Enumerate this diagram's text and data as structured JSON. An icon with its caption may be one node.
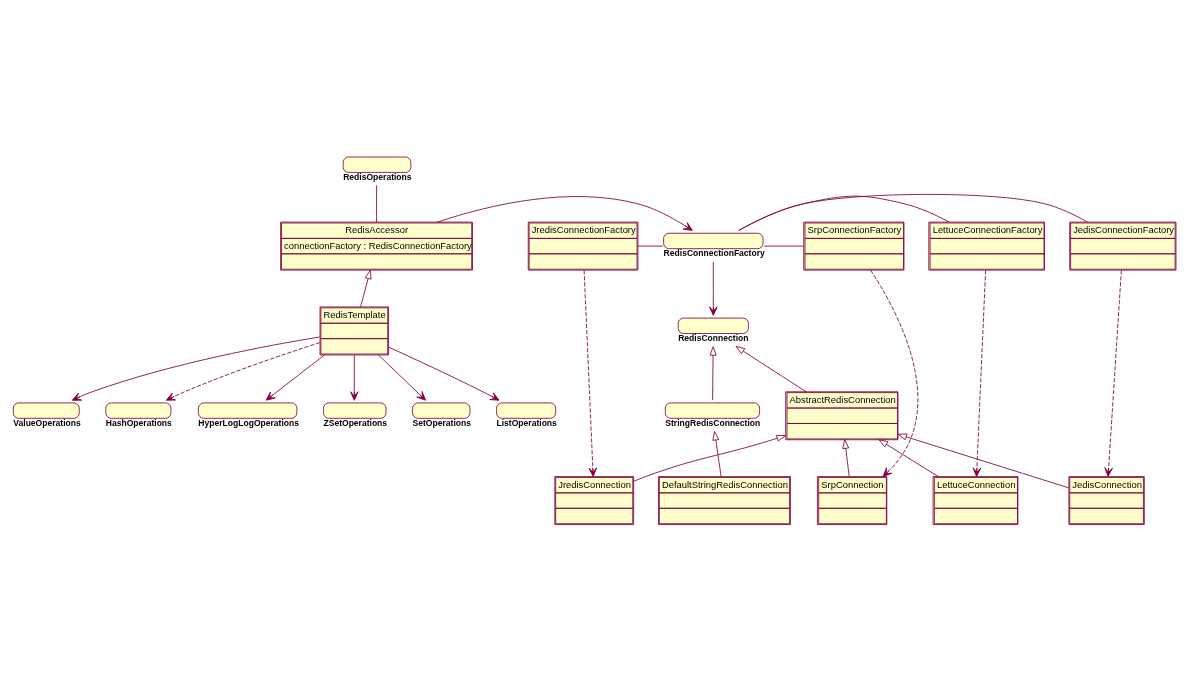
{
  "diagram": {
    "nodes": [
      {
        "text": [
          "RedisOperations"
        ]
      },
      {
        "text": [
          "RedisAccessor",
          "connectionFactory : RedisConnectionFactory"
        ]
      },
      {
        "text": [
          "RedisTemplate"
        ]
      },
      {
        "text": [
          "ValueOperations"
        ]
      },
      {
        "text": [
          "HashOperations"
        ]
      },
      {
        "text": [
          "HyperLogLogOperations"
        ]
      },
      {
        "text": [
          "ZSetOperations"
        ]
      },
      {
        "text": [
          "SetOperations"
        ]
      },
      {
        "text": [
          "ListOperations"
        ]
      },
      {
        "text": [
          "SrpConnectionFactory"
        ]
      },
      {
        "text": [
          "JredisConnectionFactory"
        ]
      },
      {
        "text": [
          "RedisConnectionFactory"
        ]
      },
      {
        "text": [
          "LettuceConnectionFactory"
        ]
      },
      {
        "text": [
          "JedisConnectionFactory"
        ]
      },
      {
        "text": [
          "RedisConnection"
        ]
      },
      {
        "text": [
          "StringRedisConnection"
        ]
      },
      {
        "text": [
          "DefaultStringRedisConnection"
        ]
      },
      {
        "text": [
          "AbstractRedisConnection"
        ]
      },
      {
        "text": [
          "JredisConnection"
        ]
      },
      {
        "text": [
          "SrpConnection"
        ]
      },
      {
        "text": [
          "LettuceConnection"
        ]
      },
      {
        "text": [
          "JedisConnection"
        ]
      }
    ],
    "edges": [
      {
        "from": 1,
        "to": 0,
        "arrow": "none"
      },
      {
        "from": 2,
        "to": 1,
        "arrow": "to"
      },
      {
        "from": 2,
        "to": 3,
        "arrow": "to"
      },
      {
        "from": 2,
        "to": 4,
        "arrow": "to",
        "style": "dashed"
      },
      {
        "from": 2,
        "to": 5,
        "arrow": "to"
      },
      {
        "from": 2,
        "to": 6,
        "arrow": "to"
      },
      {
        "from": 2,
        "to": 7,
        "arrow": "to"
      },
      {
        "from": 2,
        "to": 8,
        "arrow": "to"
      },
      {
        "from": 1,
        "to": 11,
        "arrow": "to"
      },
      {
        "from": 9,
        "to": 11,
        "arrow": "none"
      },
      {
        "from": 10,
        "to": 11,
        "arrow": "none"
      },
      {
        "from": 12,
        "to": 11,
        "arrow": "none"
      },
      {
        "from": 13,
        "to": 11,
        "arrow": "none"
      },
      {
        "from": 11,
        "to": 14,
        "arrow": "to"
      },
      {
        "from": 15,
        "to": 14,
        "arrow": "to"
      },
      {
        "from": 17,
        "to": 14,
        "arrow": "to"
      },
      {
        "from": 16,
        "to": 15,
        "arrow": "to"
      },
      {
        "from": 18,
        "to": 17,
        "arrow": "to"
      },
      {
        "from": 19,
        "to": 17,
        "arrow": "to"
      },
      {
        "from": 20,
        "to": 17,
        "arrow": "to"
      },
      {
        "from": 21,
        "to": 17,
        "arrow": "to"
      },
      {
        "from": 10,
        "to": 18,
        "arrow": "to",
        "style": "dashed"
      },
      {
        "from": 9,
        "to": 19,
        "arrow": "to",
        "style": "dashed"
      },
      {
        "from": 12,
        "to": 20,
        "arrow": "to",
        "style": "dashed"
      },
      {
        "from": 13,
        "to": 21,
        "arrow": "to",
        "style": "dashed"
      }
    ]
  }
}
